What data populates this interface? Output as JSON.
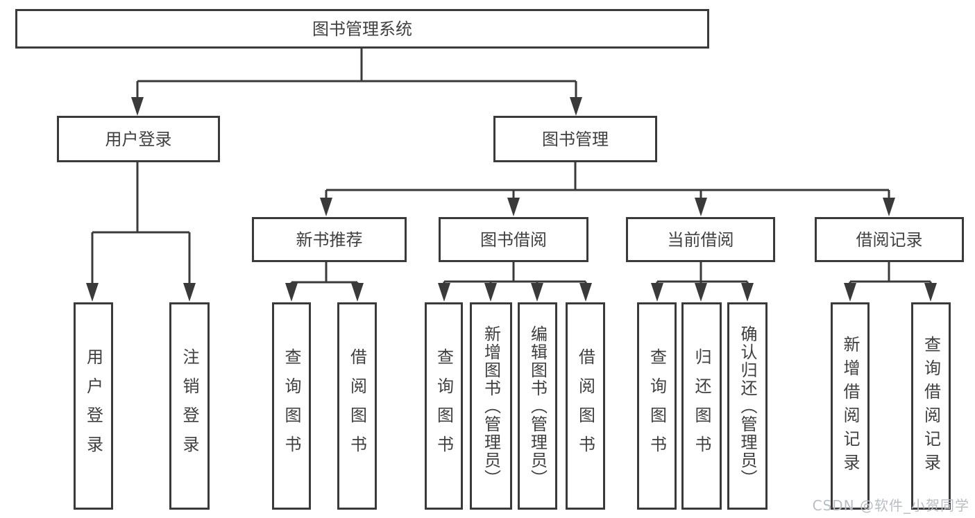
{
  "tree": {
    "root": {
      "label": "图书管理系统",
      "children": [
        {
          "label": "用户登录",
          "children": [
            {
              "label": "用户登录"
            },
            {
              "label": "注销登录"
            }
          ]
        },
        {
          "label": "图书管理",
          "children": [
            {
              "label": "新书推荐",
              "children": [
                {
                  "label": "查询图书"
                },
                {
                  "label": "借阅图书"
                }
              ]
            },
            {
              "label": "图书借阅",
              "children": [
                {
                  "label": "查询图书"
                },
                {
                  "label": "新增图书（管理员）"
                },
                {
                  "label": "编辑图书（管理员）"
                },
                {
                  "label": "借阅图书"
                }
              ]
            },
            {
              "label": "当前借阅",
              "children": [
                {
                  "label": "查询图书"
                },
                {
                  "label": "归还图书"
                },
                {
                  "label": "确认归还（管理员）"
                }
              ]
            },
            {
              "label": "借阅记录",
              "children": [
                {
                  "label": "新增借阅记录"
                },
                {
                  "label": "查询借阅记录"
                }
              ]
            }
          ]
        }
      ]
    }
  },
  "watermark": {
    "text": "CSDN @软件_小贺同学"
  },
  "colors": {
    "line": "#3a3a3a",
    "text": "#3f3f3f",
    "watermark": "#b9bdc4",
    "background": "#ffffff"
  }
}
